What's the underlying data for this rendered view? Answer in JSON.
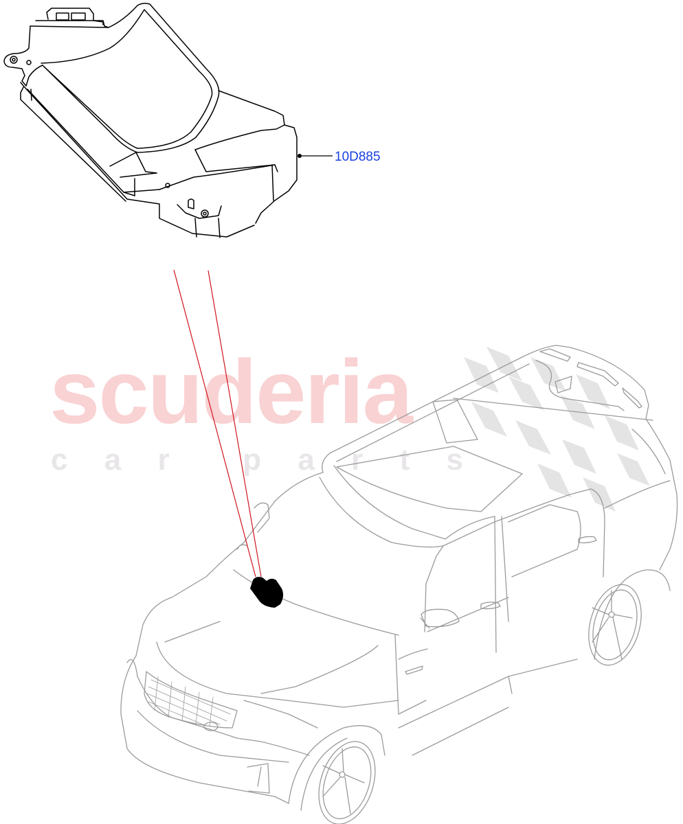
{
  "diagram": {
    "type": "parts-location-illustration",
    "callouts": [
      {
        "part_number": "10D885",
        "color": "#1a3fe0"
      }
    ],
    "watermark": {
      "brand": "scuderia",
      "tagline_letters": [
        "c",
        "a",
        "r",
        " ",
        "p",
        "a",
        "r",
        "t",
        "s"
      ],
      "brand_color": "#f9d2d3",
      "tagline_color": "#e8e6e8",
      "checker_color": "#e2e2e2"
    },
    "leader_line_color": "#d0141e",
    "component_outline_color": "#000000",
    "vehicle_outline_color": "#9a9a9a"
  }
}
